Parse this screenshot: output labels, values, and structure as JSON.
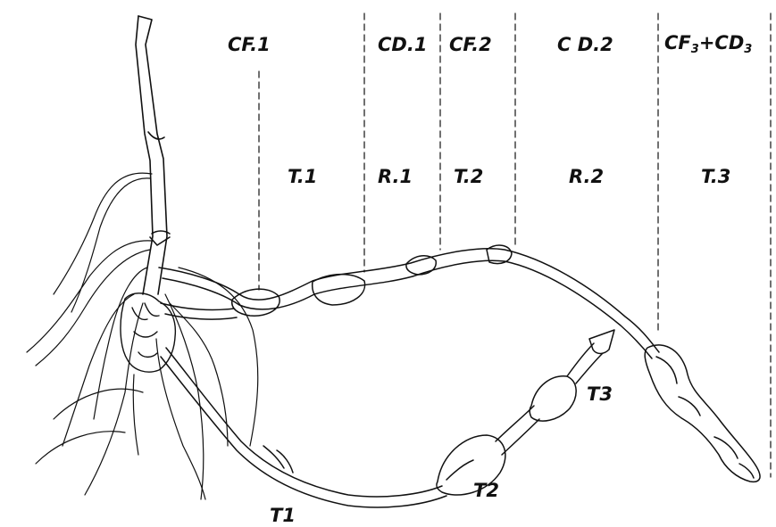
{
  "phase_labels": {
    "cf1": "CF.1",
    "cd1": "CD.1",
    "cf2": "CF.2",
    "cd2": "C D.2",
    "cf3_cd3": {
      "cf": "CF",
      "cf_sub": "3",
      "plus": "+",
      "cd": "CD",
      "cd_sub": "3"
    }
  },
  "zone_labels": {
    "t1": "T.1",
    "r1": "R.1",
    "t2": "T.2",
    "r2": "R.2",
    "t3": "T.3"
  },
  "tuber_labels": {
    "t1": "T1",
    "t2": "T2",
    "t3": "T3"
  },
  "colors": {
    "ink": "#111111",
    "paper": "#ffffff"
  }
}
